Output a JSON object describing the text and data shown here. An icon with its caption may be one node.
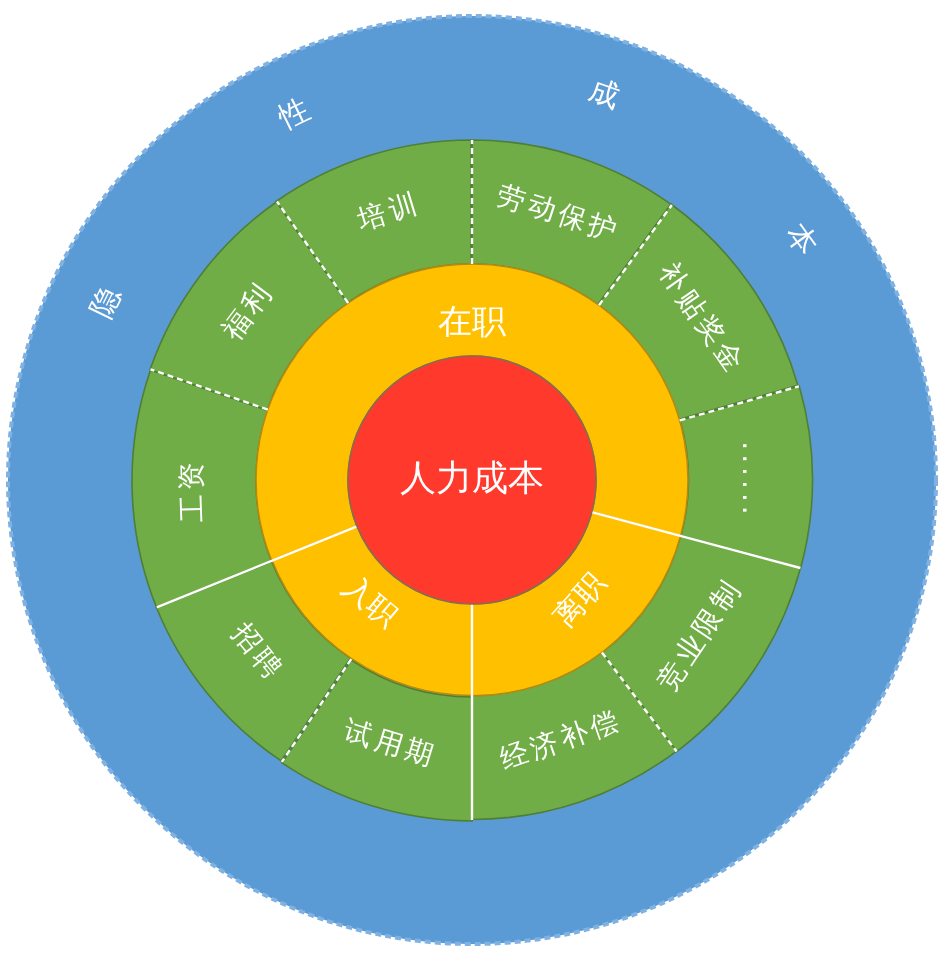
{
  "diagram": {
    "nodes": [
      {
        "text": [
          "隐",
          "性",
          "成",
          "本"
        ]
      },
      {
        "text": [
          "培训"
        ],
        "in": 0
      },
      {
        "text": [
          "劳动保护"
        ],
        "in": 0
      },
      {
        "text": [
          "补贴奖金"
        ],
        "in": 0
      },
      {
        "text": [
          "......"
        ],
        "in": 0
      },
      {
        "text": [
          "竞业限制"
        ],
        "in": 0
      },
      {
        "text": [
          "经济补偿"
        ],
        "in": 0
      },
      {
        "text": [
          "试用期"
        ],
        "in": 0
      },
      {
        "text": [
          "招聘"
        ],
        "in": 0
      },
      {
        "text": [
          "工资"
        ],
        "in": 0
      },
      {
        "text": [
          "福利"
        ],
        "in": 0
      },
      {
        "text": [
          "在职"
        ],
        "in": 0
      },
      {
        "text": [
          "离职"
        ],
        "in": 0
      },
      {
        "text": [
          "入职"
        ],
        "in": 0
      },
      {
        "text": [
          "人力成本"
        ],
        "in": 0
      }
    ]
  }
}
